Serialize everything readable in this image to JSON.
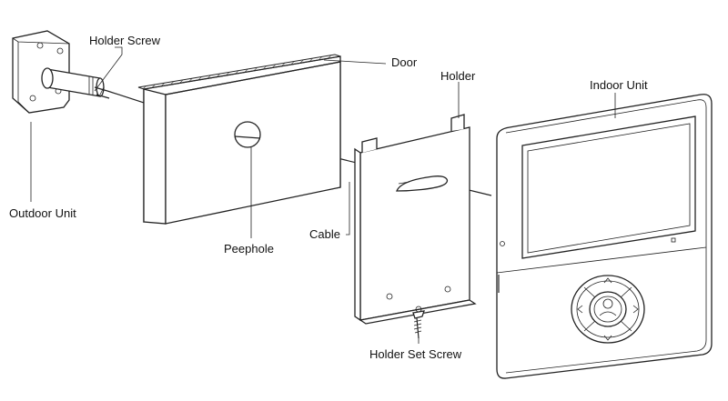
{
  "labels": {
    "holder_screw": "Holder Screw",
    "door": "Door",
    "holder": "Holder",
    "indoor_unit": "Indoor Unit",
    "outdoor_unit": "Outdoor Unit",
    "cable": "Cable",
    "peephole": "Peephole",
    "holder_set_screw": "Holder Set Screw"
  },
  "colors": {
    "line": "#222222",
    "background": "#ffffff"
  }
}
